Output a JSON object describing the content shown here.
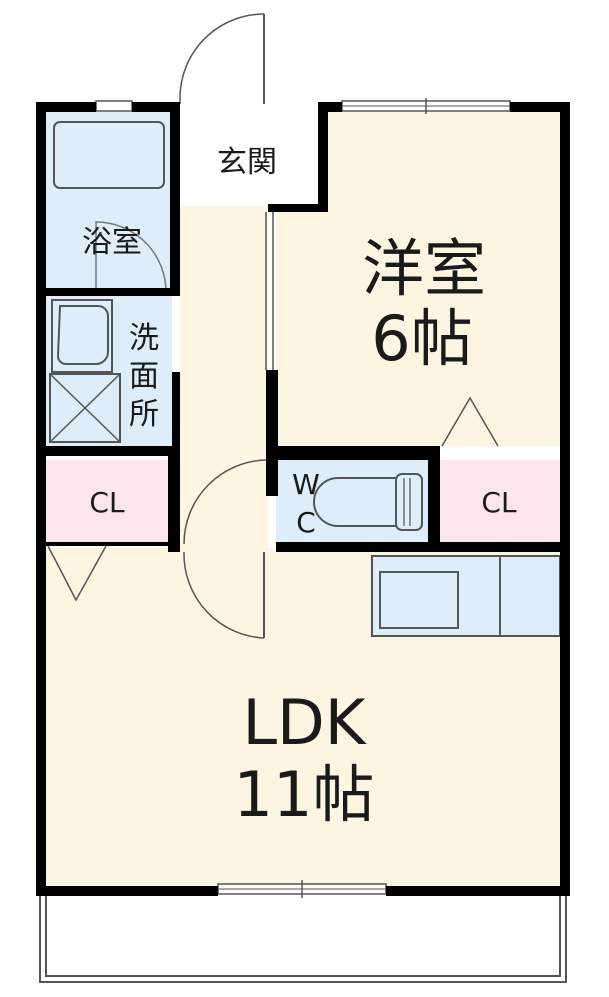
{
  "rooms": {
    "entrance": "玄関",
    "bathroom": "浴室",
    "washroom_chars": [
      "洗",
      "面",
      "所"
    ],
    "western_room_name": "洋室",
    "western_room_size": "6帖",
    "wc_chars": [
      "W",
      "C"
    ],
    "closet_left": "CL",
    "closet_right": "CL",
    "ldk_name": "LDK",
    "ldk_size": "11帖"
  },
  "colors": {
    "wall": "#000000",
    "floor_main": "#fbf5e2",
    "floor_wet": "#ddeefa",
    "floor_closet": "#fbe6ee",
    "floor_entrance": "#ffffff",
    "line": "#555555"
  }
}
